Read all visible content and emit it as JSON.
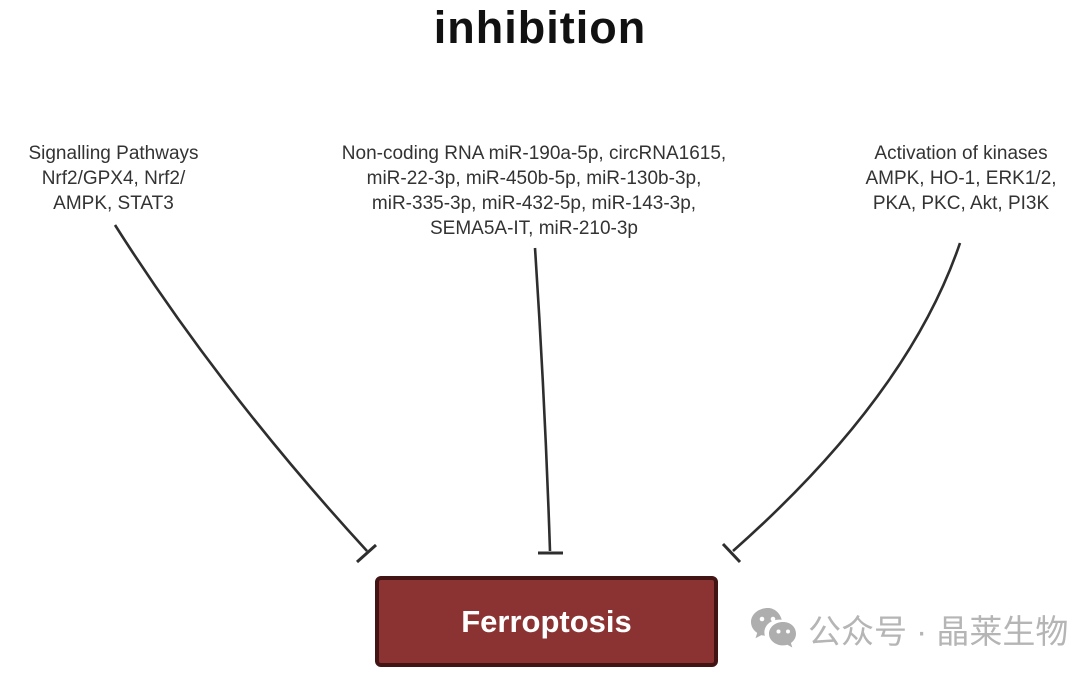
{
  "title": "inhibition",
  "nodes": {
    "left": {
      "name": "signalling-pathways",
      "lines": [
        "Signalling Pathways",
        "Nrf2/GPX4, Nrf2/",
        "AMPK, STAT3"
      ]
    },
    "middle": {
      "name": "non-coding-rna",
      "lines": [
        "Non-coding RNA miR-190a-5p, circRNA1615,",
        "miR-22-3p, miR-450b-5p, miR-130b-3p,",
        "miR-335-3p, miR-432-5p, miR-143-3p,",
        "SEMA5A-IT, miR-210-3p"
      ]
    },
    "right": {
      "name": "activation-of-kinases",
      "lines": [
        "Activation of kinases",
        "AMPK, HO-1, ERK1/2,",
        "PKA, PKC, Akt, PI3K"
      ]
    }
  },
  "target": {
    "label": "Ferroptosis"
  },
  "watermark": {
    "icon": "wechat-icon",
    "text": "公众号 · 晶莱生物"
  },
  "colors": {
    "background": "#ffffff",
    "title_text": "#111111",
    "node_text": "#333333",
    "connector_line": "#2e2e2e",
    "target_fill": "#8b3332",
    "target_border": "#431414",
    "target_text": "#ffffff",
    "watermark_gray": "#b5b5b5"
  }
}
